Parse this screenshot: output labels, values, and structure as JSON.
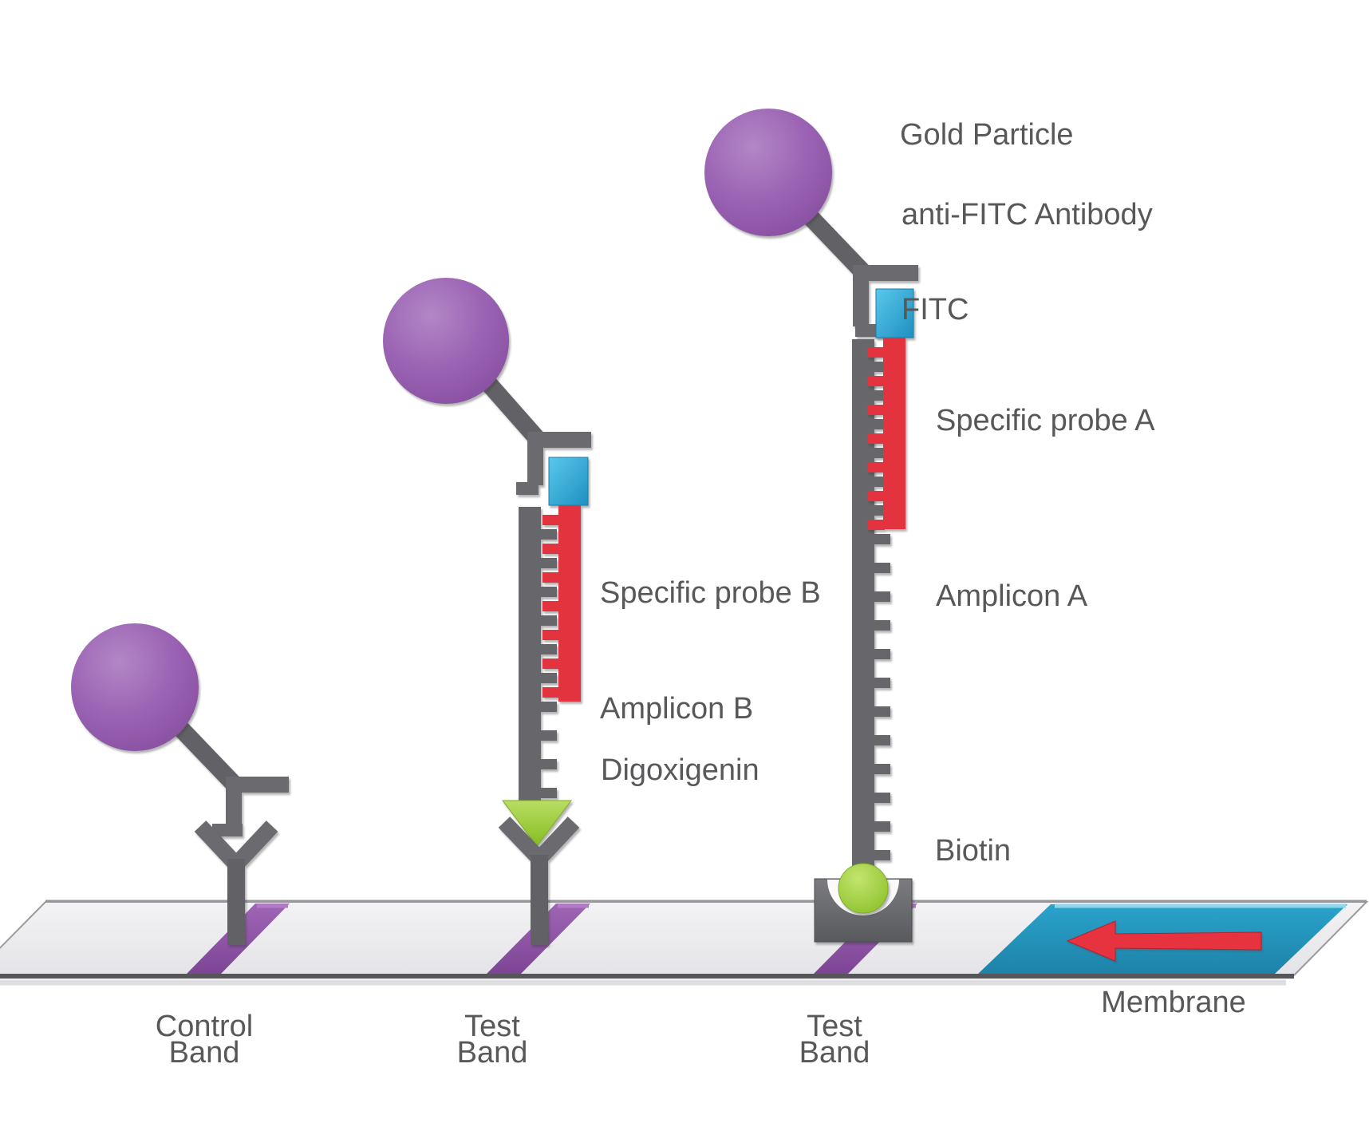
{
  "diagram": {
    "labels": {
      "gold_particle": "Gold Particle",
      "anti_fitc_antibody": "anti-FITC Antibody",
      "fitc": "FITC",
      "specific_probe_a": "Specific probe A",
      "amplicon_a": "Amplicon A",
      "biotin": "Biotin",
      "specific_probe_b": "Specific probe B",
      "amplicon_b": "Amplicon B",
      "digoxigenin": "Digoxigenin",
      "membrane": "Membrane",
      "control_band_line1": "Control",
      "band_word": "Band",
      "test_band_line1": "Test"
    },
    "colors": {
      "gold_particle_purple": "#9a62b3",
      "antibody_gray": "#6b6b6f",
      "fitc_cyan": "#29a8d8",
      "probe_red": "#e2333e",
      "hapten_green": "#9dce3a",
      "band_purple": "#8f52a5",
      "membrane_pad_blue": "#2596be",
      "strip_gray": "#e9e9ec",
      "label_text": "#58585a"
    }
  }
}
